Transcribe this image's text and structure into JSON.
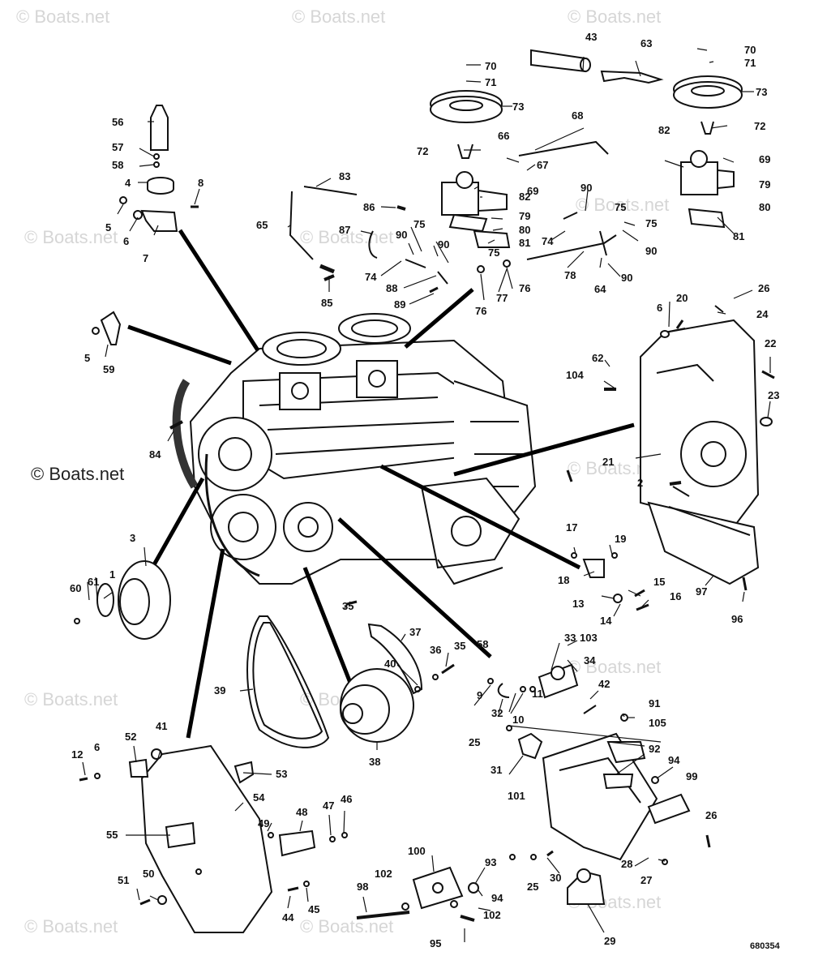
{
  "watermark": "© Boats.net",
  "copyright_notice": "© Boats.net",
  "diagram_ref": "680354",
  "labels": [
    "1",
    "2",
    "3",
    "4",
    "5",
    "6",
    "7",
    "8",
    "9",
    "10",
    "11",
    "12",
    "13",
    "14",
    "15",
    "16",
    "17",
    "18",
    "19",
    "20",
    "21",
    "22",
    "23",
    "24",
    "25",
    "26",
    "27",
    "28",
    "29",
    "30",
    "31",
    "32",
    "33",
    "34",
    "35",
    "36",
    "37",
    "38",
    "39",
    "40",
    "41",
    "42",
    "43",
    "44",
    "45",
    "46",
    "47",
    "48",
    "49",
    "50",
    "51",
    "52",
    "53",
    "54",
    "55",
    "56",
    "57",
    "58",
    "59",
    "60",
    "61",
    "62",
    "63",
    "64",
    "65",
    "66",
    "67",
    "68",
    "69",
    "70",
    "71",
    "72",
    "73",
    "74",
    "75",
    "76",
    "77",
    "78",
    "79",
    "80",
    "81",
    "82",
    "83",
    "84",
    "85",
    "86",
    "87",
    "88",
    "89",
    "90",
    "91",
    "92",
    "93",
    "94",
    "95",
    "96",
    "97",
    "98",
    "99",
    "100",
    "101",
    "102",
    "103",
    "104",
    "105"
  ]
}
